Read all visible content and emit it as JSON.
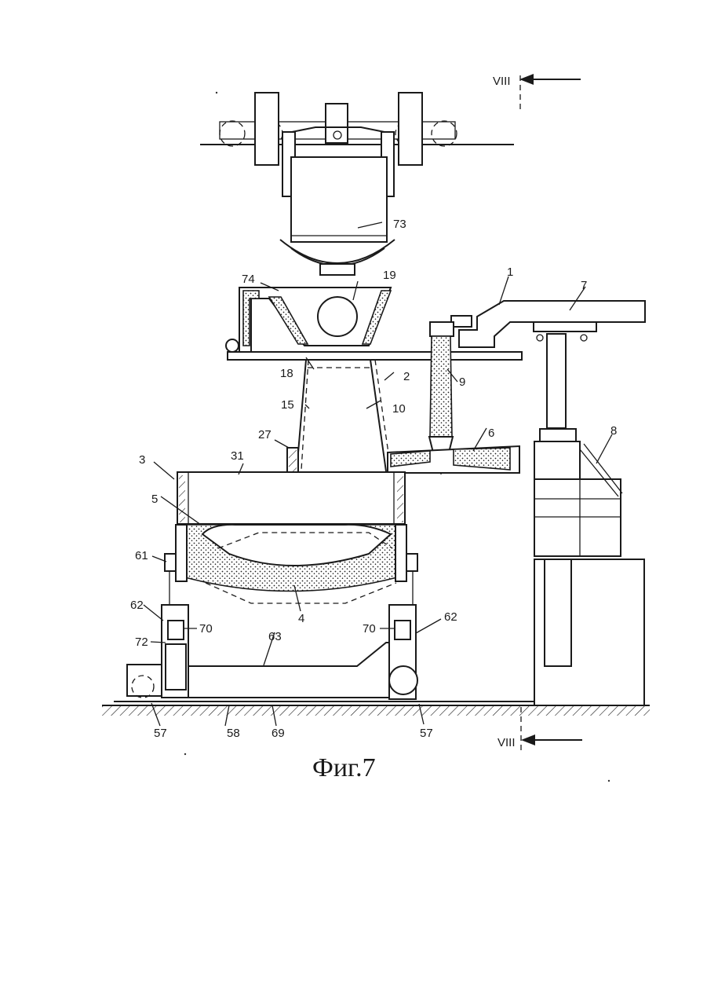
{
  "caption": "Фиг.7",
  "section_marks": {
    "top": "VIII",
    "bottom": "VIII"
  },
  "labels": {
    "l1": "1",
    "l2": "2",
    "l3": "3",
    "l4": "4",
    "l5": "5",
    "l6": "6",
    "l7": "7",
    "l8": "8",
    "l9": "9",
    "l10": "10",
    "l15": "15",
    "l18": "18",
    "l19": "19",
    "l27": "27",
    "l31": "31",
    "l57a": "57",
    "l57b": "57",
    "l58": "58",
    "l61": "61",
    "l62a": "62",
    "l62b": "62",
    "l63": "63",
    "l69": "69",
    "l70a": "70",
    "l70b": "70",
    "l72": "72",
    "l73": "73",
    "l74": "74"
  }
}
